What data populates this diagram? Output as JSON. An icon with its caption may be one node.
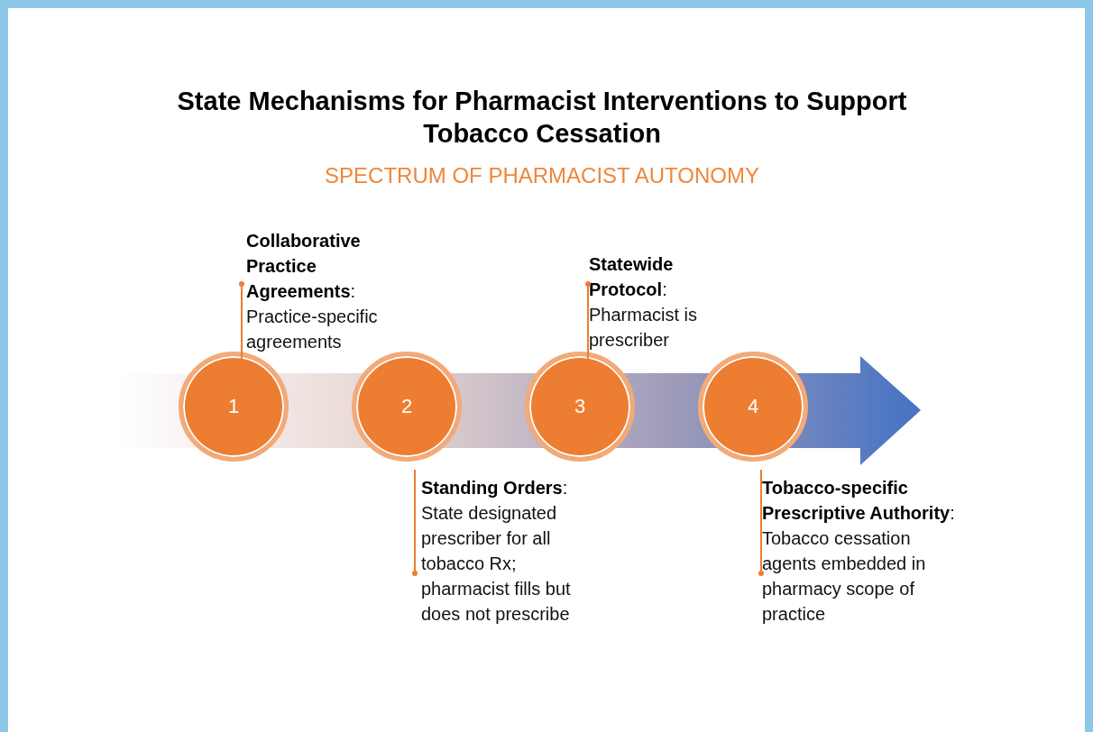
{
  "diagram": {
    "title": "State Mechanisms for Pharmacist Interventions to Support Tobacco Cessation",
    "nodes": [
      {
        "text": [
          "1"
        ]
      },
      {
        "text": [
          "2"
        ]
      },
      {
        "text": [
          "3"
        ]
      },
      {
        "text": [
          "4"
        ]
      },
      {
        "text": [
          "**Collaborative Practice Agreements**: Practice-specific agreements"
        ]
      },
      {
        "text": [
          "**Statewide Protocol**: Pharmacist is prescriber"
        ]
      },
      {
        "text": [
          "**Standing Orders**: State designated prescriber for all tobacco Rx; pharmacist fills but does not prescribe"
        ]
      },
      {
        "text": [
          "**Tobacco-specific Prescriptive Authority**: Tobacco cessation agents embedded in pharmacy scope of practice"
        ]
      }
    ],
    "edges": [
      {
        "from": 4,
        "to": 0,
        "arrow": "other"
      },
      {
        "from": 5,
        "to": 2,
        "arrow": "other"
      },
      {
        "from": 6,
        "to": 1,
        "arrow": "other"
      },
      {
        "from": 7,
        "to": 3,
        "arrow": "other"
      }
    ],
    "labels": [
      "SPECTRUM OF PHARMACIST AUTONOMY"
    ]
  }
}
